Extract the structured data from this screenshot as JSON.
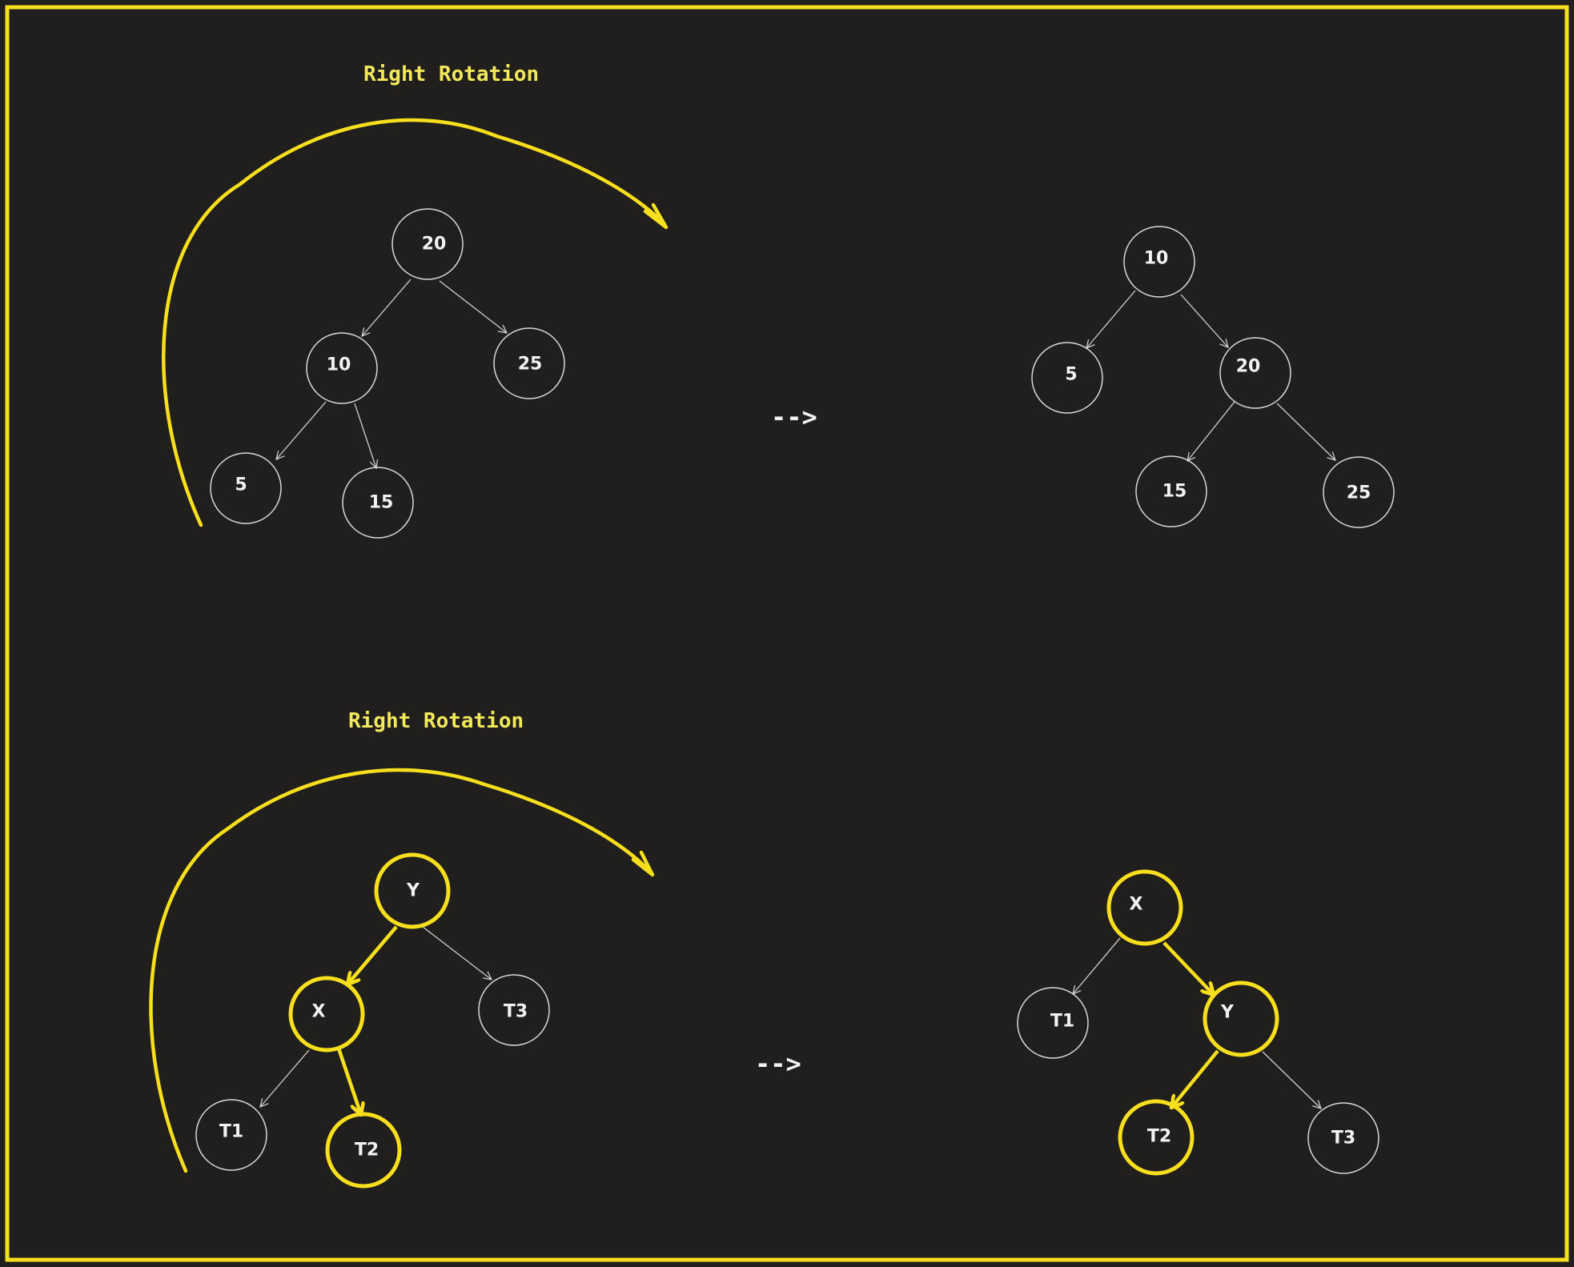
{
  "colors": {
    "background": "#201f1e",
    "highlight": "#f7df1e",
    "title": "#f2e85a",
    "node_stroke": "#d8d8d8",
    "text": "#f2f2f2"
  },
  "panels": [
    {
      "title": "Right Rotation",
      "transform_arrow": "-->",
      "before": {
        "nodes": [
          "20",
          "10",
          "25",
          "5",
          "15"
        ],
        "edges": [
          [
            "20",
            "10"
          ],
          [
            "20",
            "25"
          ],
          [
            "10",
            "5"
          ],
          [
            "10",
            "15"
          ]
        ]
      },
      "after": {
        "nodes": [
          "10",
          "5",
          "20",
          "15",
          "25"
        ],
        "edges": [
          [
            "10",
            "5"
          ],
          [
            "10",
            "20"
          ],
          [
            "20",
            "15"
          ],
          [
            "20",
            "25"
          ]
        ]
      }
    },
    {
      "title": "Right Rotation",
      "transform_arrow": "-->",
      "highlighted_nodes": [
        "Y",
        "X",
        "T2"
      ],
      "before": {
        "nodes": [
          "Y",
          "X",
          "T3",
          "T1",
          "T2"
        ],
        "edges": [
          [
            "Y",
            "X"
          ],
          [
            "Y",
            "T3"
          ],
          [
            "X",
            "T1"
          ],
          [
            "X",
            "T2"
          ]
        ],
        "highlighted_edges": [
          [
            "Y",
            "X"
          ],
          [
            "X",
            "T2"
          ]
        ]
      },
      "after": {
        "nodes": [
          "X",
          "T1",
          "Y",
          "T2",
          "T3"
        ],
        "edges": [
          [
            "X",
            "T1"
          ],
          [
            "X",
            "Y"
          ],
          [
            "Y",
            "T2"
          ],
          [
            "Y",
            "T3"
          ]
        ],
        "highlighted_edges": [
          [
            "X",
            "Y"
          ],
          [
            "Y",
            "T2"
          ]
        ]
      }
    }
  ]
}
